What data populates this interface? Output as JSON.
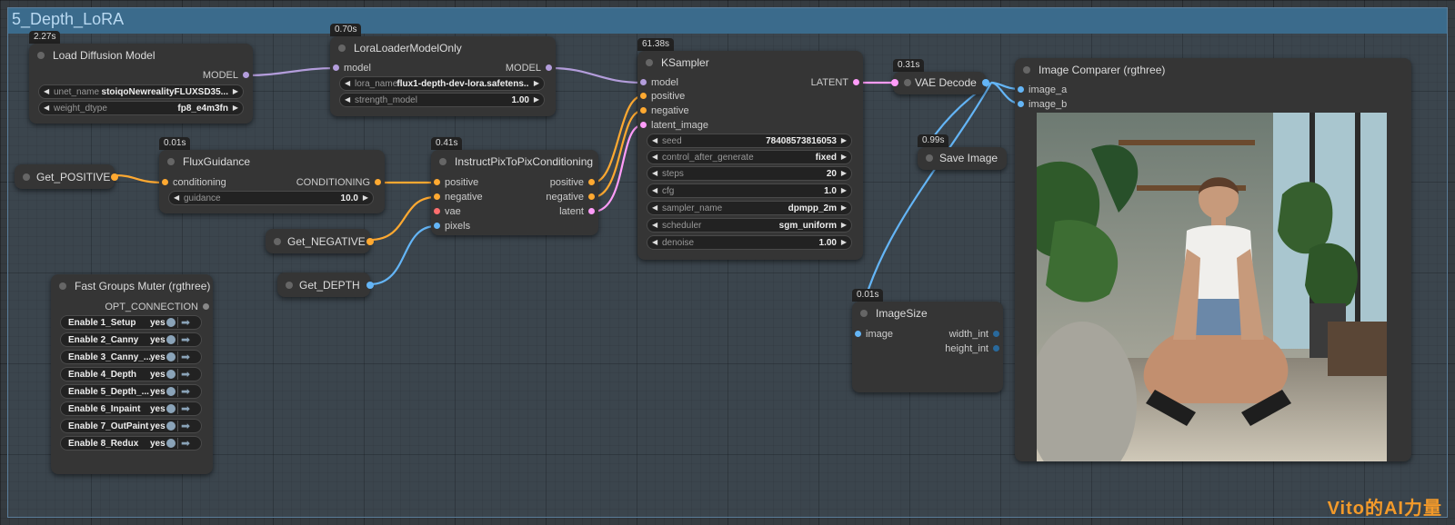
{
  "group": {
    "title": "5_Depth_LoRA"
  },
  "colors": {
    "model": "#b39ddb",
    "conditioning": "#ffa931",
    "latent": "#ff9cf9",
    "vae": "#ff6e6e",
    "image": "#64b5f6",
    "int": "#29699c",
    "opt": "#888888"
  },
  "nodes": {
    "load_diffusion": {
      "time": "2.27s",
      "title": "Load Diffusion Model",
      "outputs": [
        "MODEL"
      ],
      "widgets": [
        {
          "label": "unet_name",
          "value": "stoiqoNewrealityFLUXSD35..."
        },
        {
          "label": "weight_dtype",
          "value": "fp8_e4m3fn"
        }
      ]
    },
    "lora_loader": {
      "time": "0.70s",
      "title": "LoraLoaderModelOnly",
      "inputs": [
        "model"
      ],
      "outputs": [
        "MODEL"
      ],
      "widgets": [
        {
          "label": "lora_name",
          "value": "flux1-depth-dev-lora.safetens..."
        },
        {
          "label": "strength_model",
          "value": "1.00"
        }
      ]
    },
    "flux_guidance": {
      "time": "0.01s",
      "title": "FluxGuidance",
      "inputs": [
        "conditioning"
      ],
      "outputs": [
        "CONDITIONING"
      ],
      "widgets": [
        {
          "label": "guidance",
          "value": "10.0"
        }
      ]
    },
    "instruct_pix": {
      "time": "0.41s",
      "title": "InstructPixToPixConditioning",
      "inputs": [
        "positive",
        "negative",
        "vae",
        "pixels"
      ],
      "outputs": [
        "positive",
        "negative",
        "latent"
      ]
    },
    "ksampler": {
      "time": "61.38s",
      "title": "KSampler",
      "inputs": [
        "model",
        "positive",
        "negative",
        "latent_image"
      ],
      "outputs": [
        "LATENT"
      ],
      "widgets": [
        {
          "label": "seed",
          "value": "78408573816053"
        },
        {
          "label": "control_after_generate",
          "value": "fixed"
        },
        {
          "label": "steps",
          "value": "20"
        },
        {
          "label": "cfg",
          "value": "1.0"
        },
        {
          "label": "sampler_name",
          "value": "dpmpp_2m"
        },
        {
          "label": "scheduler",
          "value": "sgm_uniform"
        },
        {
          "label": "denoise",
          "value": "1.00"
        }
      ]
    },
    "vae_decode": {
      "time": "0.31s",
      "title": "VAE Decode"
    },
    "save_image": {
      "time": "0.99s",
      "title": "Save Image"
    },
    "image_size": {
      "time": "0.01s",
      "title": "ImageSize",
      "inputs": [
        "image"
      ],
      "outputs": [
        "width_int",
        "height_int"
      ]
    },
    "image_comparer": {
      "title": "Image Comparer (rgthree)",
      "inputs": [
        "image_a",
        "image_b"
      ]
    },
    "fast_groups_muter": {
      "title": "Fast Groups Muter (rgthree)",
      "output": "OPT_CONNECTION",
      "toggle_value": "yes",
      "rows": [
        "Enable 1_Setup",
        "Enable 2_Canny",
        "Enable 3_Canny_...",
        "Enable 4_Depth",
        "Enable 5_Depth_...",
        "Enable 6_Inpaint",
        "Enable 7_OutPaint",
        "Enable 8_Redux"
      ]
    },
    "get_positive": {
      "title": "Get_POSITIVE"
    },
    "get_negative": {
      "title": "Get_NEGATIVE"
    },
    "get_depth": {
      "title": "Get_DEPTH"
    }
  },
  "watermark": "Vito的AI力量"
}
